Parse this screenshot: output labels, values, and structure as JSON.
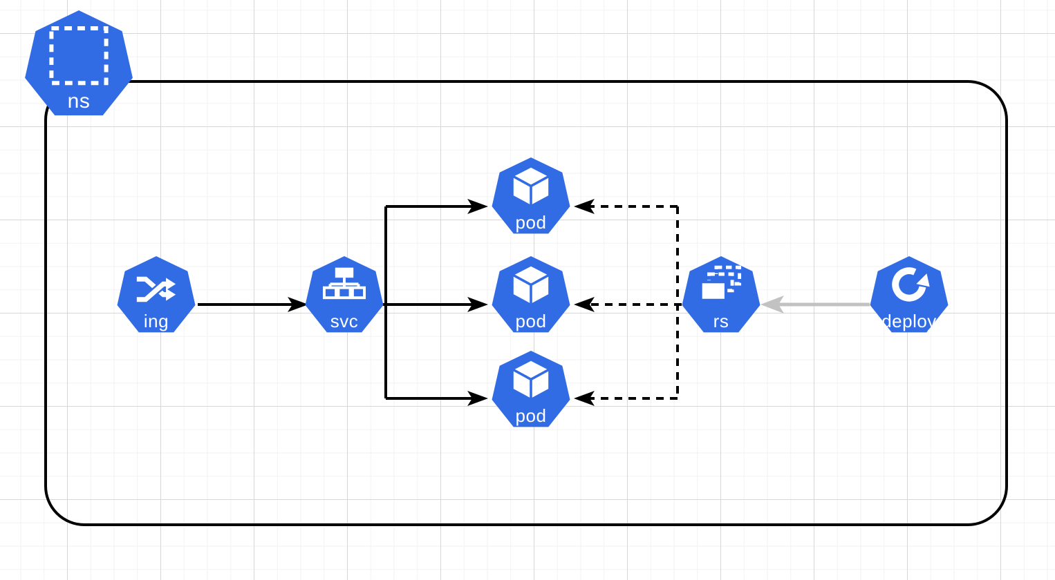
{
  "diagram": {
    "kind": "kubernetes-architecture-diagram",
    "colors": {
      "node_fill": "#326CE5",
      "node_label": "#ffffff",
      "edge_solid": "#000000",
      "edge_dashed": "#000000",
      "edge_muted": "#c2c2c2",
      "boundary_stroke": "#000000",
      "grid_minor": "#f2f2f2",
      "grid_major": "#d6d6d6"
    },
    "nodes": {
      "ns": {
        "label": "ns",
        "type": "namespace",
        "icon": "dashed-square-icon"
      },
      "ing": {
        "label": "ing",
        "type": "ingress",
        "icon": "shuffle-arrows-icon"
      },
      "svc": {
        "label": "svc",
        "type": "service",
        "icon": "network-tree-icon"
      },
      "pod1": {
        "label": "pod",
        "type": "pod",
        "icon": "cube-icon"
      },
      "pod2": {
        "label": "pod",
        "type": "pod",
        "icon": "cube-icon"
      },
      "pod3": {
        "label": "pod",
        "type": "pod",
        "icon": "cube-icon"
      },
      "rs": {
        "label": "rs",
        "type": "replicaset",
        "icon": "stacked-rectangles-icon"
      },
      "deploy": {
        "label": "deploy",
        "type": "deployment",
        "icon": "circular-arrow-icon"
      }
    },
    "edges": [
      {
        "from": "ing",
        "to": "svc",
        "style": "solid",
        "color": "#000000"
      },
      {
        "from": "svc",
        "to": "pod1",
        "style": "solid",
        "color": "#000000"
      },
      {
        "from": "svc",
        "to": "pod2",
        "style": "solid",
        "color": "#000000"
      },
      {
        "from": "svc",
        "to": "pod3",
        "style": "solid",
        "color": "#000000"
      },
      {
        "from": "rs",
        "to": "pod1",
        "style": "dashed",
        "color": "#000000"
      },
      {
        "from": "rs",
        "to": "pod2",
        "style": "dashed",
        "color": "#000000"
      },
      {
        "from": "rs",
        "to": "pod3",
        "style": "dashed",
        "color": "#000000"
      },
      {
        "from": "deploy",
        "to": "rs",
        "style": "solid",
        "color": "#c2c2c2"
      }
    ],
    "containment": {
      "boundary_of": "ns",
      "contains": [
        "ing",
        "svc",
        "pod1",
        "pod2",
        "pod3",
        "rs",
        "deploy"
      ]
    }
  }
}
